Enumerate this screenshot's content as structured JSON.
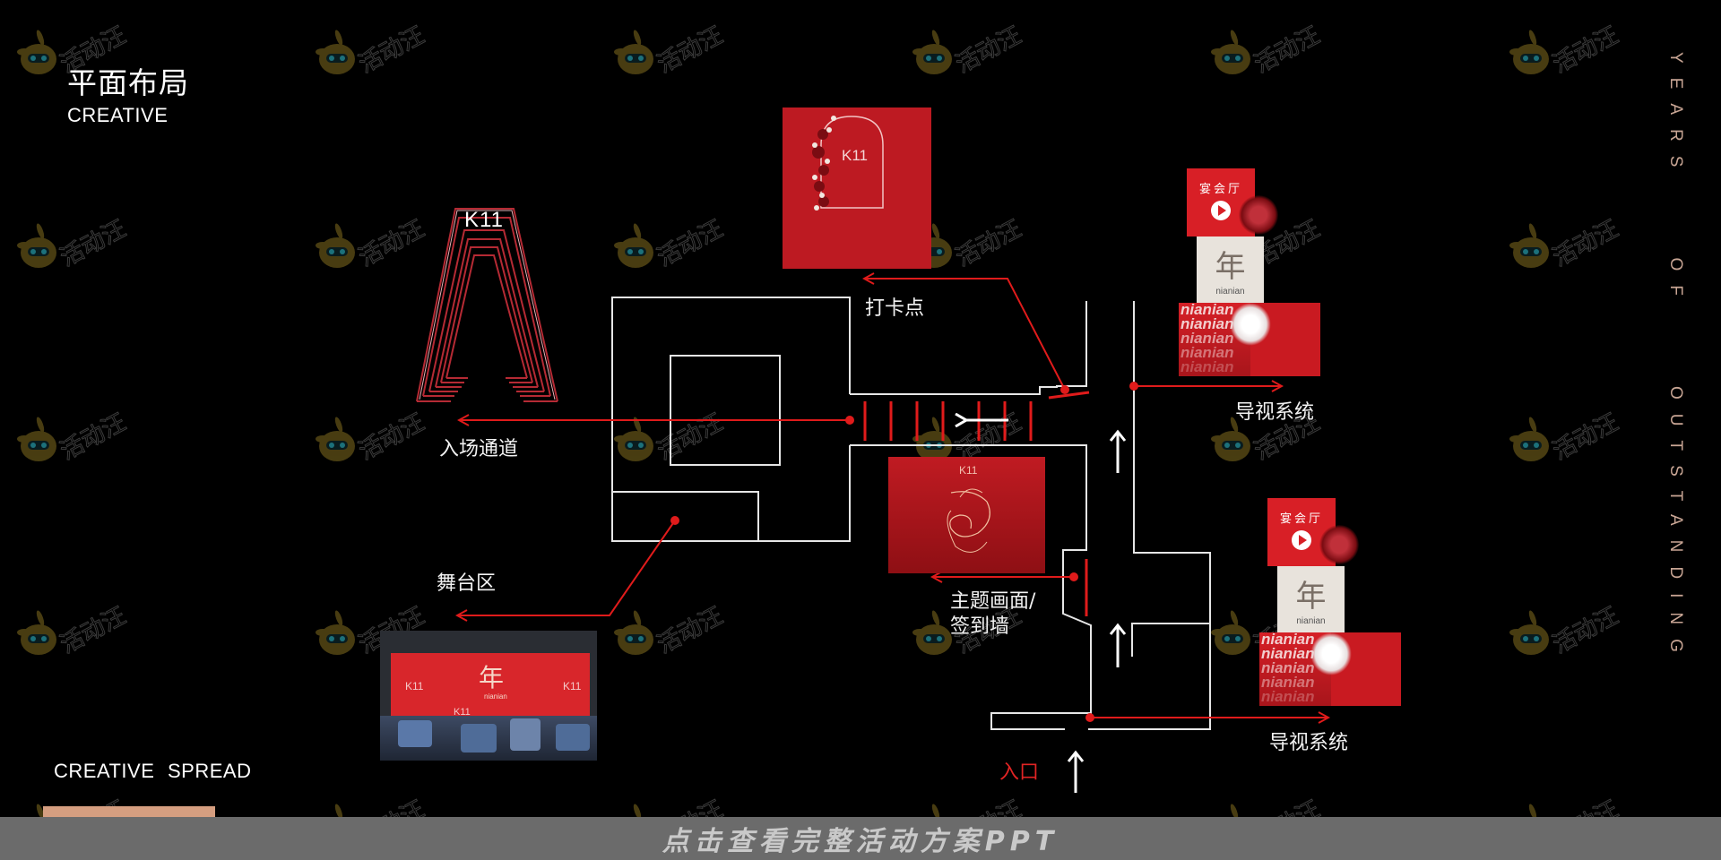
{
  "header": {
    "title_cn": "平面布局",
    "title_en": "CREATIVE"
  },
  "footer_left": {
    "caption": "CREATIVE  SPREAD"
  },
  "side_text": {
    "vertical": "YEARS    OF    OUTSTANDING"
  },
  "banner": {
    "text": "点击查看完整活动方案PPT"
  },
  "watermark": {
    "text": "活动汪"
  },
  "colors": {
    "background": "#000000",
    "wall_line": "#e6e6e6",
    "accent_red": "#e01b1b",
    "panel_red": "#b3141b",
    "vertical_text": "#c8a594",
    "peach": "#d59e80",
    "banner_bg": "#6b6b6b"
  },
  "floorplan": {
    "labels": {
      "entrance_corridor": "入场通道",
      "checkin_point": "打卡点",
      "wayfinding_top": "导视系统",
      "stage_area": "舞台区",
      "theme_wall_line1": "主题画面/",
      "theme_wall_line2": "签到墙",
      "wayfinding_bottom": "导视系统",
      "entrance": "入口"
    },
    "images": {
      "tunnel_logo": "K11",
      "checkin_logo": "K11",
      "theme_logo": "K11",
      "sign_top": {
        "title": "宴会厅",
        "brand": "nianian",
        "script": "年",
        "sub": "nianian"
      },
      "sign_bottom": {
        "title": "宴会厅",
        "brand": "nianian",
        "script": "年",
        "sub": "nianian"
      },
      "stage": {
        "logo_left": "K11",
        "logo_right": "K11",
        "logo_bottom": "K11",
        "center": "年",
        "sub": "nianian"
      }
    }
  }
}
